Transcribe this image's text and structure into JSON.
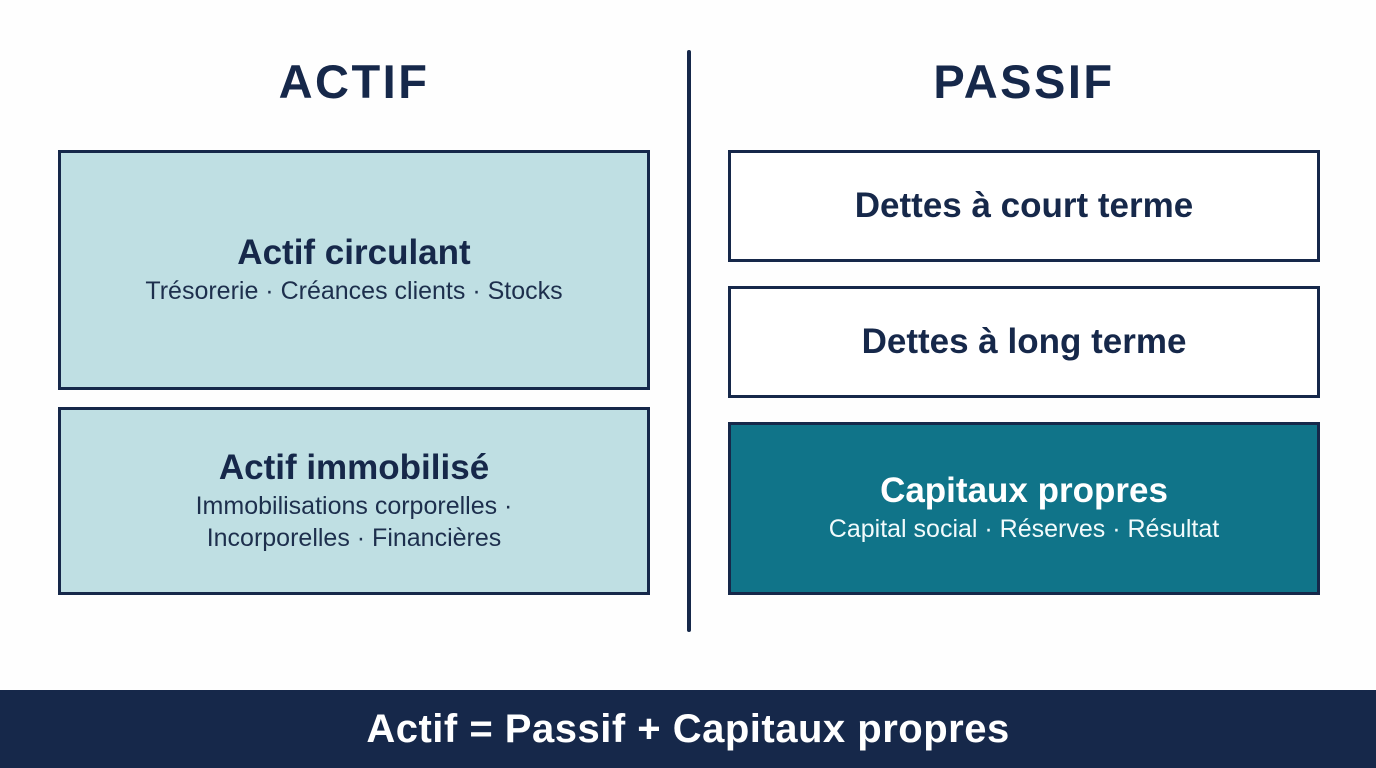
{
  "theme": {
    "background": "#fefefe",
    "navy": "#16284a",
    "light_teal_fill": "#bfdfe3",
    "teal_fill": "#107489",
    "white": "#ffffff"
  },
  "columns": [
    {
      "id": "actif",
      "title": "ACTIF",
      "boxes": [
        {
          "id": "actif-circulant",
          "title": "Actif circulant",
          "subtitle": "Trésorerie · Créances clients · Stocks",
          "style": "filled-light"
        },
        {
          "id": "actif-immobilise",
          "title": "Actif immobilisé",
          "subtitle": "Immobilisations corporelles · Incorporelles · Financières",
          "subtitle_line1": "Immobilisations corporelles ·",
          "subtitle_line2": "Incorporelles · Financières",
          "style": "filled-light"
        }
      ]
    },
    {
      "id": "passif",
      "title": "PASSIF",
      "boxes": [
        {
          "id": "dettes-court-terme",
          "title": "Dettes à court terme",
          "subtitle": "",
          "style": "plain"
        },
        {
          "id": "dettes-long-terme",
          "title": "Dettes à long terme",
          "subtitle": "",
          "style": "plain"
        },
        {
          "id": "capitaux-propres",
          "title": "Capitaux propres",
          "subtitle": "Capital social · Réserves · Résultat",
          "style": "filled-teal"
        }
      ]
    }
  ],
  "banner": {
    "equation": "Actif = Passif + Capitaux propres"
  }
}
